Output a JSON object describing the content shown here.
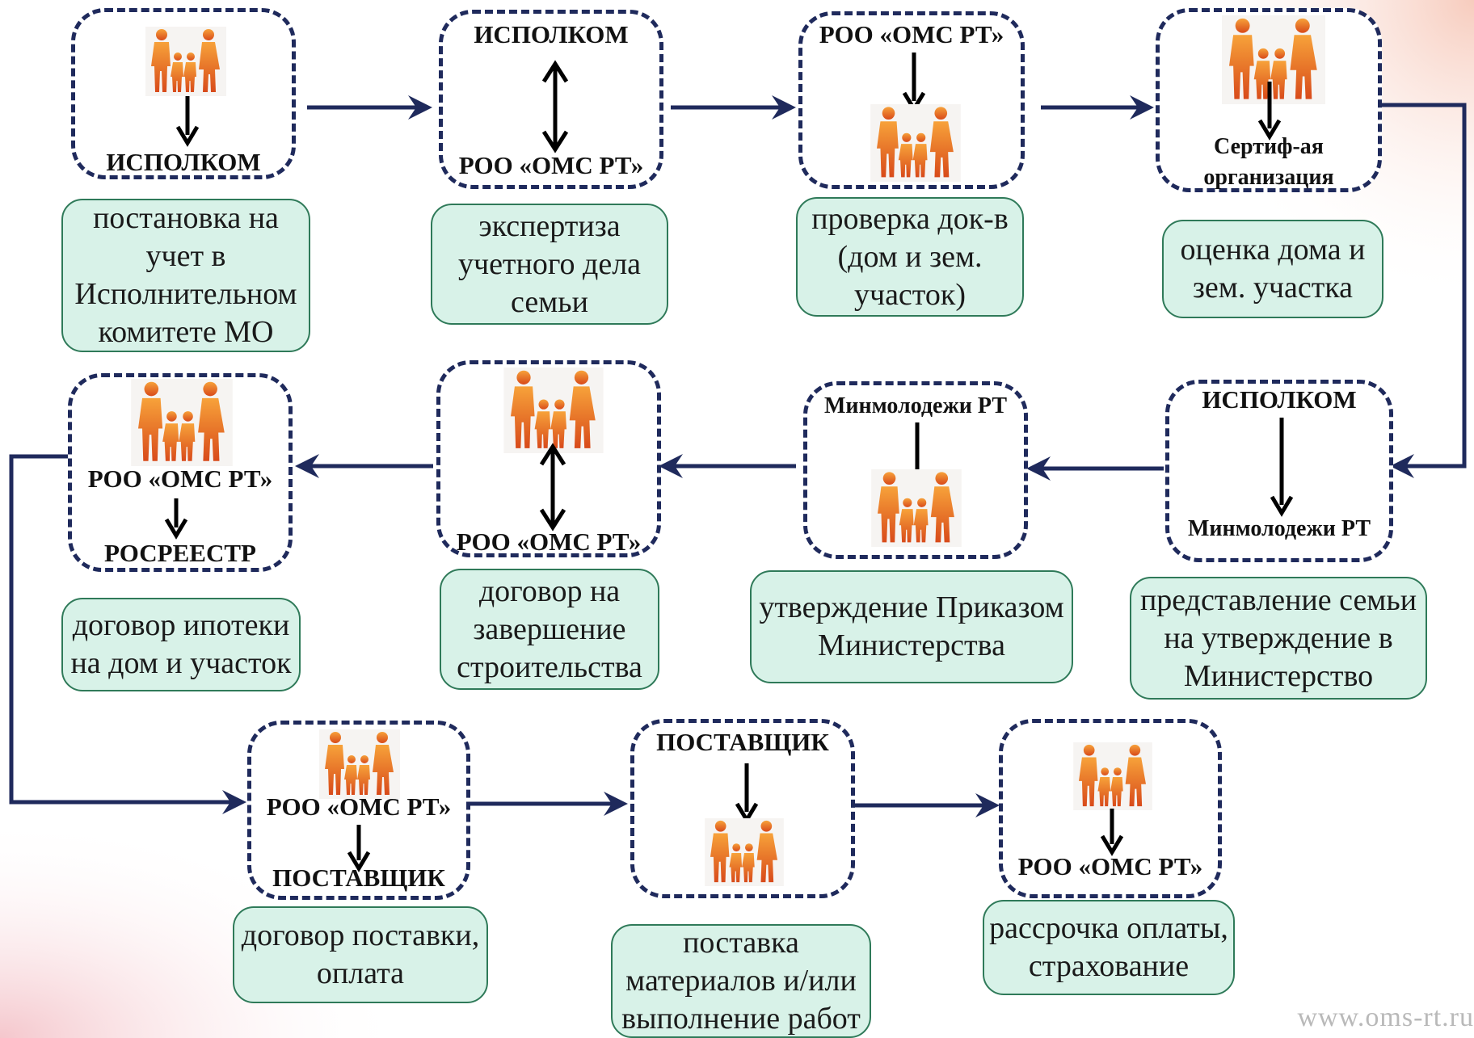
{
  "colors": {
    "box_border": "#1f2a5c",
    "connector": "#1f2a5c",
    "caption_fill": "#d8f2e8",
    "caption_border": "#2f7a59",
    "family_gradient_top": "#f7a23a",
    "family_gradient_bottom": "#d84a1a"
  },
  "icons": {
    "family": "family-icon",
    "down_arrow": "down-arrow-icon",
    "double_arrow": "double-arrow-icon"
  },
  "steps": [
    {
      "top_label": "",
      "bottom_label": "ИСПОЛКОМ",
      "caption": "постановка на\nучет в\nИсполнительном\nкомитете МО"
    },
    {
      "top_label": "ИСПОЛКОМ",
      "bottom_label": "РОО «ОМС РТ»",
      "caption": "экспертиза\nучетного дела\nсемьи"
    },
    {
      "top_label": "РОО «ОМС РТ»",
      "bottom_label": "",
      "caption": "проверка док-в\n(дом и зем.\nучасток)"
    },
    {
      "top_label": "",
      "bottom_label": "Сертиф-ая\nорганизация",
      "caption": "оценка дома и\nзем. участка"
    },
    {
      "top_label": "ИСПОЛКОМ",
      "bottom_label": "Минмолодежи РТ",
      "caption": "представление семьи\nна утверждение в\nМинистерство"
    },
    {
      "top_label": "Минмолодежи РТ",
      "bottom_label": "",
      "caption": "утверждение Приказом\nМинистерства"
    },
    {
      "top_label": "",
      "bottom_label": "РОО «ОМС РТ»",
      "caption": "договор на\nзавершение\nстроительства"
    },
    {
      "top_label": "",
      "mid_label": "РОО «ОМС РТ»",
      "bottom_label": "РОСРЕЕСТР",
      "caption": "договор ипотеки\nна дом и участок"
    },
    {
      "top_label": "",
      "mid_label": "РОО «ОМС РТ»",
      "bottom_label": "ПОСТАВЩИК",
      "caption": "договор поставки,\nоплата"
    },
    {
      "top_label": "ПОСТАВЩИК",
      "bottom_label": "",
      "caption": "поставка\nматериалов и/или\nвыполнение работ"
    },
    {
      "top_label": "",
      "bottom_label": "РОО «ОМС РТ»",
      "caption": "рассрочка оплаты,\nстрахование"
    }
  ],
  "watermark": "www.oms-rt.ru"
}
